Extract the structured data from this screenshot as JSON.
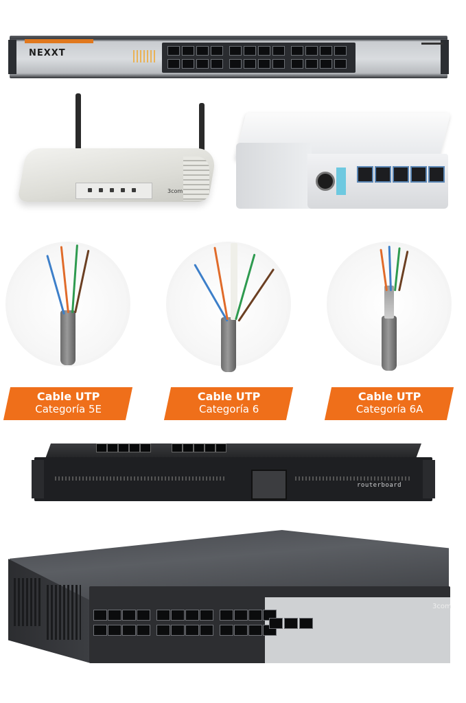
{
  "devices": {
    "switch_top": {
      "brand": "NEXXT"
    },
    "router": {
      "brand": "3com"
    },
    "switch_bottom": {
      "brand": "3com"
    },
    "rack_router": {
      "brand": "routerboard"
    }
  },
  "cables": [
    {
      "title": "Cable UTP",
      "category": "Categoría 5E"
    },
    {
      "title": "Cable UTP",
      "category": "Categoría 6"
    },
    {
      "title": "Cable UTP",
      "category": "Categoría 6A"
    }
  ],
  "colors": {
    "label_bg": "#ef6f1a",
    "label_text": "#ffffff"
  }
}
